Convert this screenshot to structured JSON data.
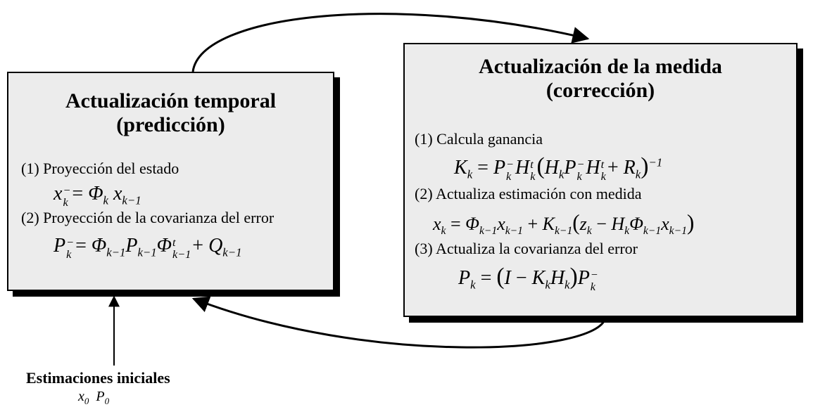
{
  "predict_box": {
    "title_line1": "Actualización temporal",
    "title_line2": "(predicción)",
    "step1": "(1) Proyección del estado",
    "step2": "(2) Proyección de la covarianza del error"
  },
  "correct_box": {
    "title_line1": "Actualización de la medida",
    "title_line2": "(corrección)",
    "step1": "(1) Calcula ganancia",
    "step2": "(2) Actualiza estimación con medida",
    "step3": "(3) Actualiza la covarianza del error"
  },
  "initial": {
    "label": "Estimaciones iniciales",
    "x0": "x",
    "x0_sub": "0",
    "p0": "P",
    "p0_sub": "0"
  },
  "colors": {
    "box_fill": "#ececec",
    "stroke": "#000000"
  }
}
